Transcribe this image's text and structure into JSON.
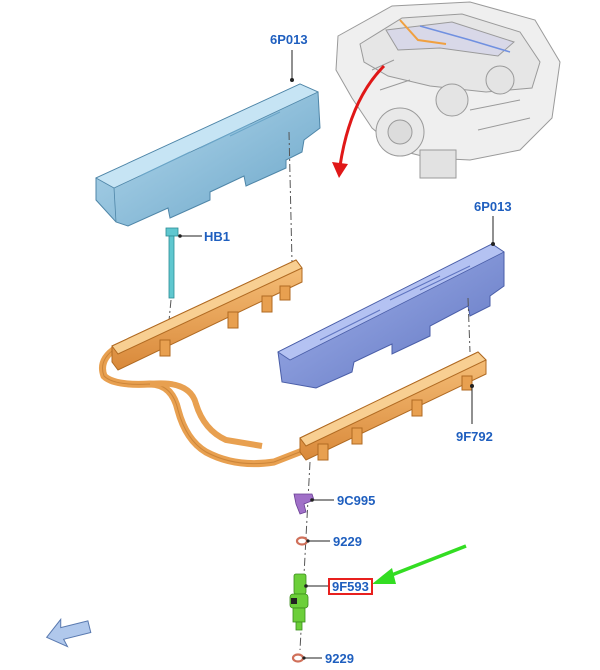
{
  "diagram": {
    "callouts": [
      {
        "id": "cover-top",
        "text": "6P013"
      },
      {
        "id": "cover-right",
        "text": "6P013"
      },
      {
        "id": "bolt",
        "text": "HB1"
      },
      {
        "id": "rail-right",
        "text": "9F792"
      },
      {
        "id": "clip",
        "text": "9C995"
      },
      {
        "id": "oring-upper",
        "text": "9229"
      },
      {
        "id": "injector",
        "text": "9F593"
      },
      {
        "id": "oring-lower",
        "text": "9229"
      }
    ],
    "colors": {
      "callout_text": "#1f5fbf",
      "cover_top": "#8fc0dc",
      "cover_right": "#7f93d6",
      "fuel_rail": "#e8a050",
      "bolt": "#5fc7cf",
      "clip": "#a070c8",
      "injector": "#6ccf3a",
      "oring": "#d0705a",
      "highlight_box": "#e8201e",
      "highlight_arrow": "#33dd22",
      "engine_arrow": "#e01818"
    }
  }
}
